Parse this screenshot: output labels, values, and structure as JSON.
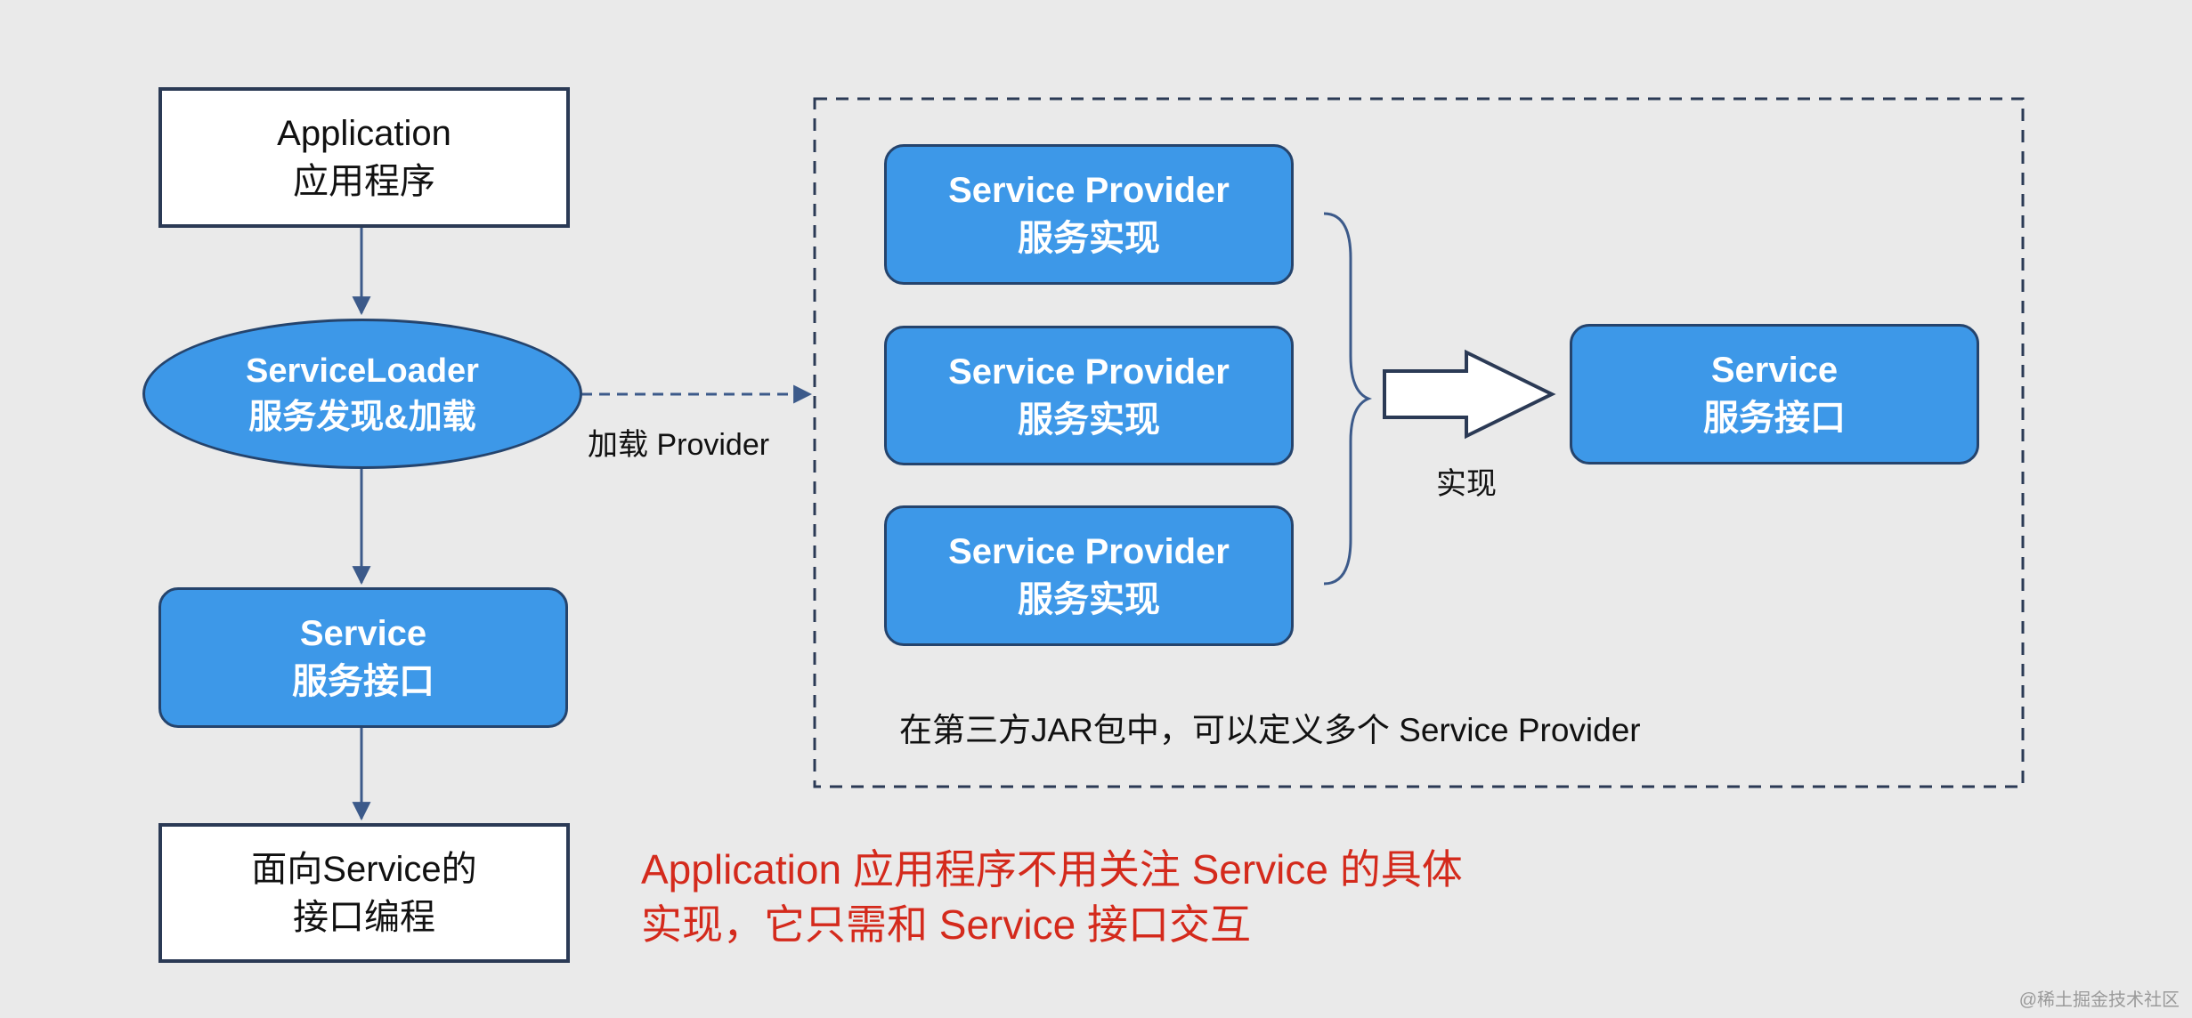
{
  "left_column": {
    "application_box": {
      "line1": "Application",
      "line2": "应用程序"
    },
    "service_loader": {
      "line1": "ServiceLoader",
      "line2": "服务发现&加载"
    },
    "service_box": {
      "line1": "Service",
      "line2": "服务接口"
    },
    "interface_box": {
      "line1": "面向Service的",
      "line2": "接口编程"
    }
  },
  "load_arrow_label": "加载 Provider",
  "third_party": {
    "providers": [
      {
        "line1": "Service Provider",
        "line2": "服务实现"
      },
      {
        "line1": "Service Provider",
        "line2": "服务实现"
      },
      {
        "line1": "Service Provider",
        "line2": "服务实现"
      }
    ],
    "implement_label": "实现",
    "service_box": {
      "line1": "Service",
      "line2": "服务接口"
    },
    "caption": "在第三方JAR包中，可以定义多个 Service Provider"
  },
  "note": {
    "line1": "Application 应用程序不用关注 Service 的具体",
    "line2": "实现，它只需和 Service 接口交互"
  },
  "watermark": "@稀土掘金技术社区",
  "colors": {
    "background": "#eaeaea",
    "box_blue": "#3d98e8",
    "box_border": "#25446d",
    "line": "#3c5a8a",
    "note_red": "#d42a1c"
  }
}
